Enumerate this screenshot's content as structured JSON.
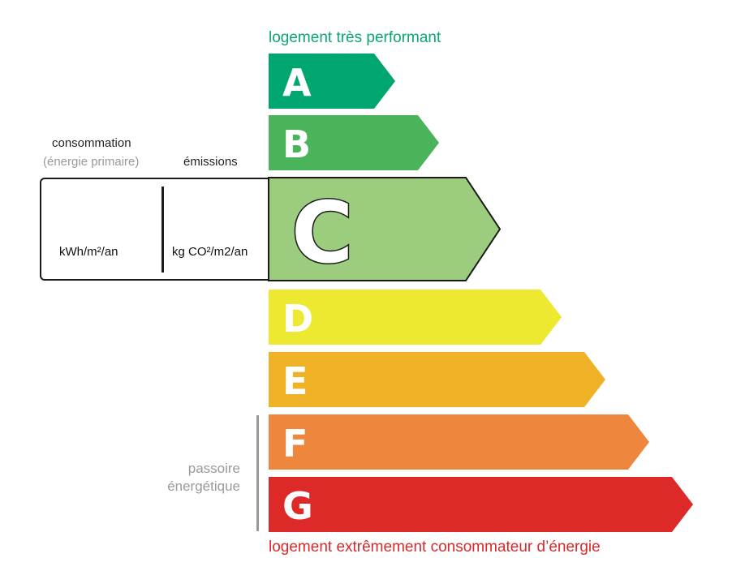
{
  "captions": {
    "top": "logement très performant",
    "bottom": "logement extrêmement consommateur d’énergie",
    "top_color": "#0ba574",
    "bottom_color": "#d9292a"
  },
  "labels": {
    "consumption": "consommation",
    "primary_energy": "(énergie primaire)",
    "emissions": "émissions",
    "consumption_unit": "kWh/m²/an",
    "emissions_unit": "kg CO²/m2/an",
    "passoire_line1": "passoire",
    "passoire_line2": "énergétique"
  },
  "classes": [
    {
      "letter": "A",
      "color": "#00a66f"
    },
    {
      "letter": "B",
      "color": "#4ab45a"
    },
    {
      "letter": "C",
      "color": "#9ccc7e",
      "selected": true
    },
    {
      "letter": "D",
      "color": "#ede830"
    },
    {
      "letter": "E",
      "color": "#efb226"
    },
    {
      "letter": "F",
      "color": "#ee873d"
    },
    {
      "letter": "G",
      "color": "#dd2a29"
    }
  ],
  "selected_class": "C"
}
